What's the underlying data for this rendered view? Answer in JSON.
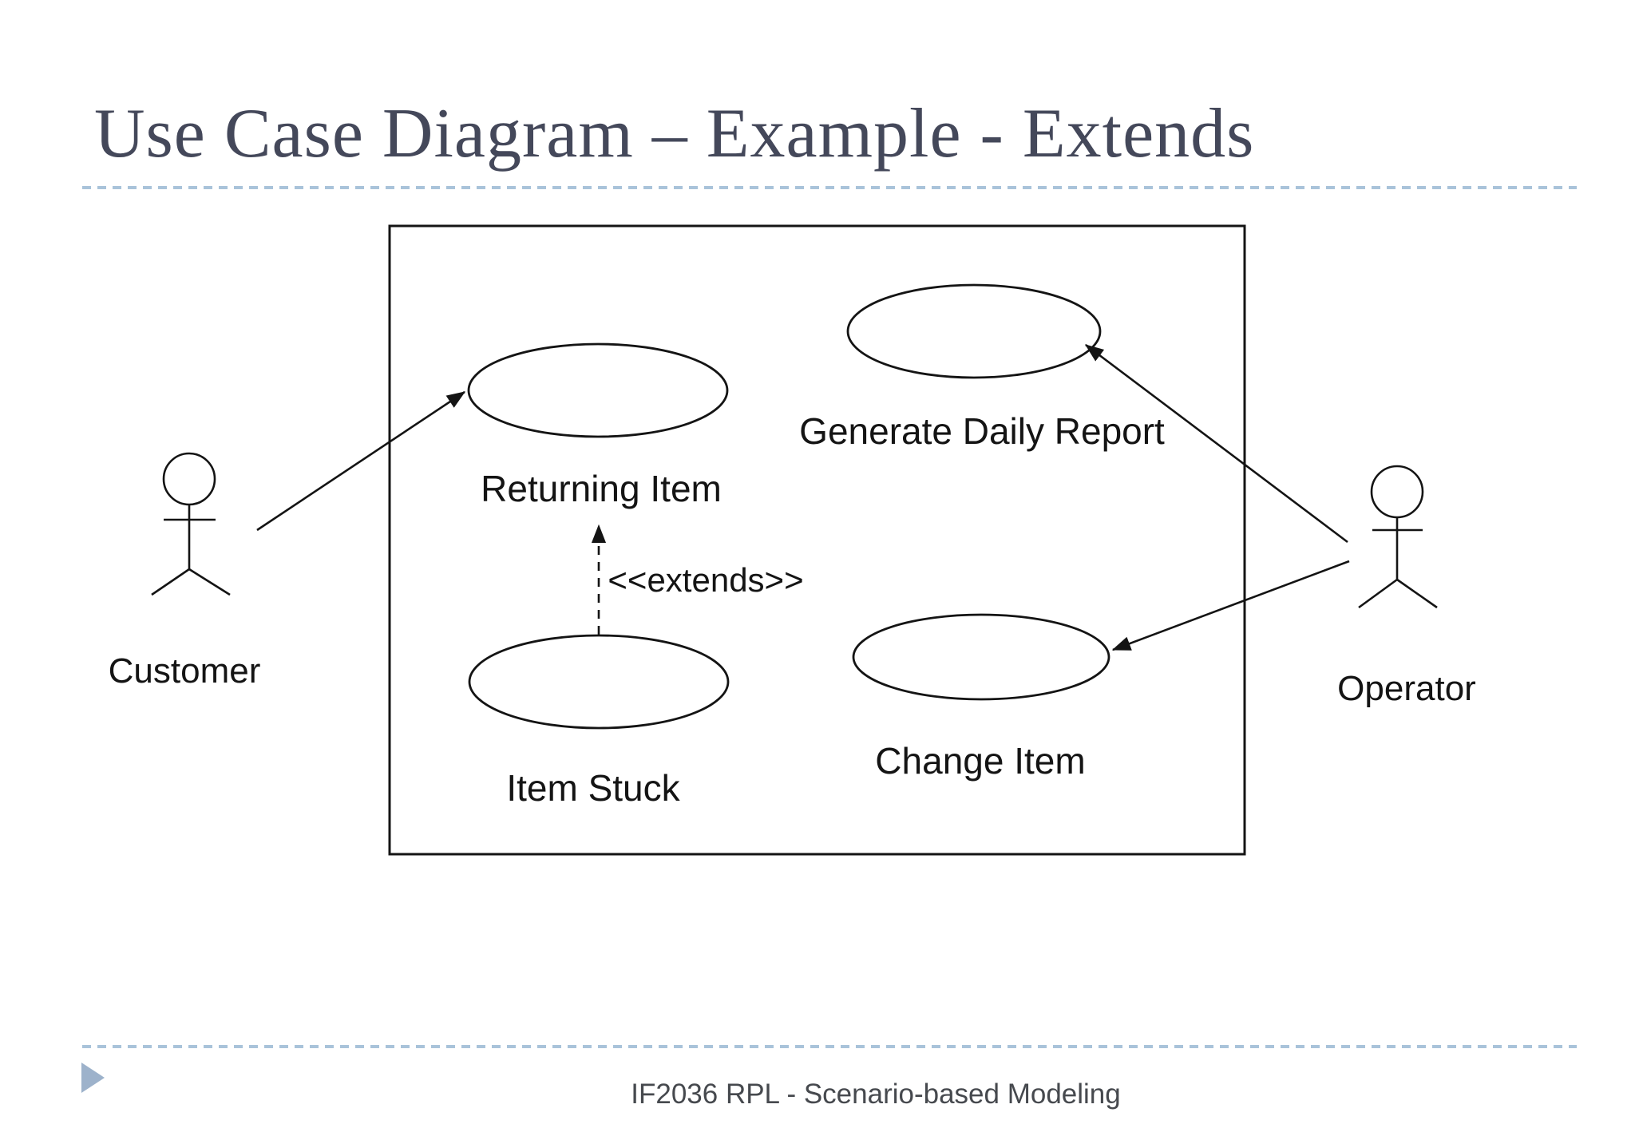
{
  "slide": {
    "title": "Use Case Diagram – Example - Extends",
    "footer": "IF2036 RPL - Scenario-based Modeling"
  },
  "diagram": {
    "actors": [
      {
        "name": "Customer"
      },
      {
        "name": "Operator"
      }
    ],
    "use_cases": [
      {
        "label": "Returning Item"
      },
      {
        "label": "Generate Daily Report"
      },
      {
        "label": "Item Stuck"
      },
      {
        "label": "Change Item"
      }
    ],
    "extends_relationship": {
      "label": "<<extends>>",
      "from": "Item Stuck",
      "to": "Returning Item"
    },
    "associations": [
      {
        "from": "Customer",
        "to": "Returning Item"
      },
      {
        "from": "Operator",
        "to": "Generate Daily Report"
      },
      {
        "from": "Operator",
        "to": "Change Item"
      }
    ]
  },
  "icons": {
    "footer_bullet": "right-pointing-triangle",
    "actor_icon": "uml-stick-figure"
  },
  "colors": {
    "background": "#ffffff",
    "title_text": "#44485a",
    "accent_dashed_rule": "#a9c3da",
    "bullet_triangle": "#9db2cb",
    "diagram_ink": "#141414",
    "footer_text": "#46494e"
  }
}
